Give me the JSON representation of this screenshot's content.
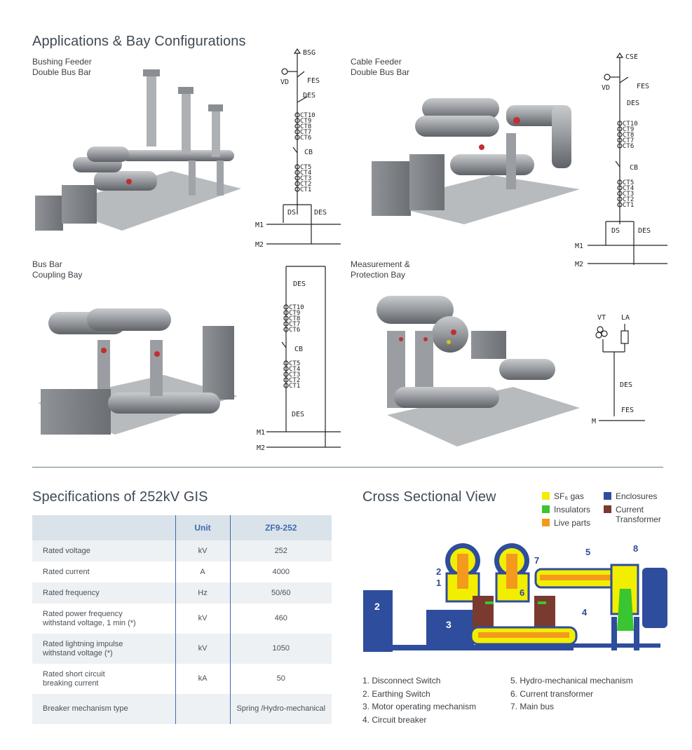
{
  "apps": {
    "title": "Applications & Bay Configurations",
    "bays": [
      {
        "line1": "Bushing Feeder",
        "line2": "Double Bus Bar"
      },
      {
        "line1": "Cable Feeder",
        "line2": "Double Bus Bar"
      },
      {
        "line1": "Bus Bar",
        "line2": "Coupling Bay"
      },
      {
        "line1": "Measurement &",
        "line2": "Protection Bay"
      }
    ],
    "diagram_labels": {
      "bsg": "BSG",
      "cse": "CSE",
      "vd": "VD",
      "fes": "FES",
      "des": "DES",
      "cb": "CB",
      "ds": "DS",
      "ct10": "CT10",
      "ct9": "CT9",
      "ct8": "CT8",
      "ct7": "CT7",
      "ct6": "CT6",
      "ct5": "CT5",
      "ct4": "CT4",
      "ct3": "CT3",
      "ct2": "CT2",
      "ct1": "CT1",
      "m1": "M1",
      "m2": "M2",
      "m": "M",
      "vt": "VT",
      "la": "LA"
    }
  },
  "specs": {
    "title": "Specifications of 252kV GIS",
    "col_unit": "Unit",
    "col_model": "ZF9-252",
    "rows": [
      {
        "l1": "Rated voltage",
        "l2": "",
        "unit": "kV",
        "value": "252"
      },
      {
        "l1": "Rated current",
        "l2": "",
        "unit": "A",
        "value": "4000"
      },
      {
        "l1": "Rated frequency",
        "l2": "",
        "unit": "Hz",
        "value": "50/60"
      },
      {
        "l1": "Rated power frequency",
        "l2": "withstand voltage, 1 min (*)",
        "unit": "kV",
        "value": "460"
      },
      {
        "l1": "Rated lightning impulse",
        "l2": "withstand voltage (*)",
        "unit": "kV",
        "value": "1050"
      },
      {
        "l1": "Rated short circuit",
        "l2": "breaking current",
        "unit": "kA",
        "value": "50"
      },
      {
        "l1": "Breaker mechanism type",
        "l2": "",
        "unit": "",
        "value": "Spring /Hydro-mechanical"
      }
    ]
  },
  "cross": {
    "title": "Cross Sectional View",
    "legend": [
      {
        "label": "SF₆ gas",
        "color": "#f2ee00"
      },
      {
        "label": "Insulators",
        "color": "#39c630"
      },
      {
        "label": "Live parts",
        "color": "#f39a1d"
      },
      {
        "label": "Enclosures",
        "color": "#2e4d9c"
      },
      {
        "label": "Current",
        "label2": "Transformer",
        "color": "#7b3a2f"
      }
    ],
    "callouts": [
      "1",
      "2",
      "3",
      "4",
      "5",
      "6",
      "7",
      "8"
    ],
    "list_left": [
      "1. Disconnect Switch",
      "2. Earthing Switch",
      "3. Motor operating mechanism",
      "4. Circuit breaker"
    ],
    "list_right": [
      "5. Hydro-mechanical mechanism",
      "6. Current transformer",
      "7. Main bus"
    ]
  }
}
